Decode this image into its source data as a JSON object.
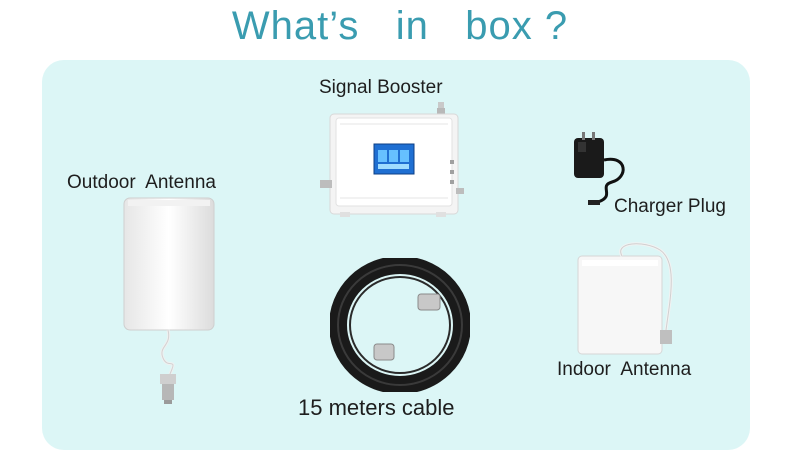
{
  "page": {
    "title": "What’s   in   box ?"
  },
  "items": [
    {
      "name": "signal-booster",
      "label": "Signal Booster",
      "display": "Signal Booster"
    },
    {
      "name": "outdoor-antenna",
      "label": "Outdoor Antenna",
      "display": "Outdoor  Antenna"
    },
    {
      "name": "charger-plug",
      "label": "Charger Plug",
      "display": "Charger Plug"
    },
    {
      "name": "cable",
      "label": "15 meters cable",
      "display": "15 meters cable"
    },
    {
      "name": "indoor-antenna",
      "label": "Indoor Antenna",
      "display": "Indoor  Antenna"
    }
  ],
  "colors": {
    "title": "#3a9cb0",
    "panel": "#dcf6f6",
    "label": "#1e1e1e"
  }
}
